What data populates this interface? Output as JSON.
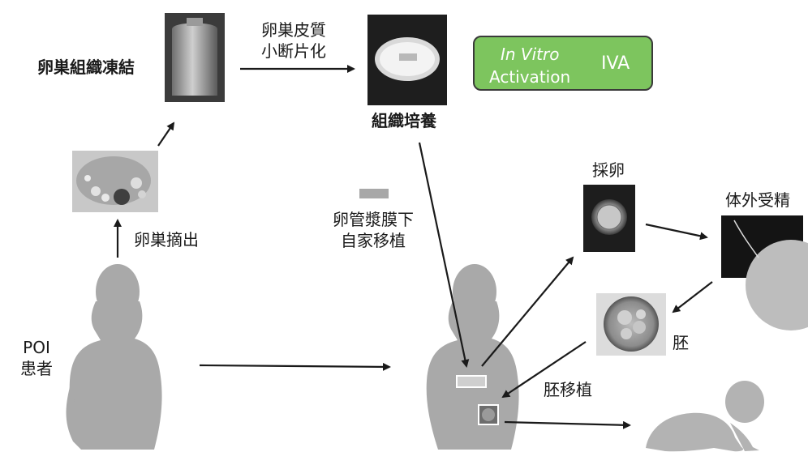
{
  "labels": {
    "tissue_freezing": "卵巣組織凍結",
    "cortex_line1": "卵巣皮質",
    "cortex_line2": "小断片化",
    "tissue_culture": "組織培養",
    "ovary_removal": "卵巣摘出",
    "transplant_line1": "卵管漿膜下",
    "transplant_line2": "自家移植",
    "egg_retrieval": "採卵",
    "ivf": "体外受精",
    "embryo": "胚",
    "embryo_transfer": "胚移植",
    "patient_line1": "POI",
    "patient_line2": "患者"
  },
  "iva": {
    "title": "In Vitro",
    "subtitle": "Activation",
    "abbr": "IVA"
  },
  "colors": {
    "silhouette": "#a9a9a9",
    "iva_green": "#7dc55e",
    "arrow": "#1a1a1a"
  }
}
